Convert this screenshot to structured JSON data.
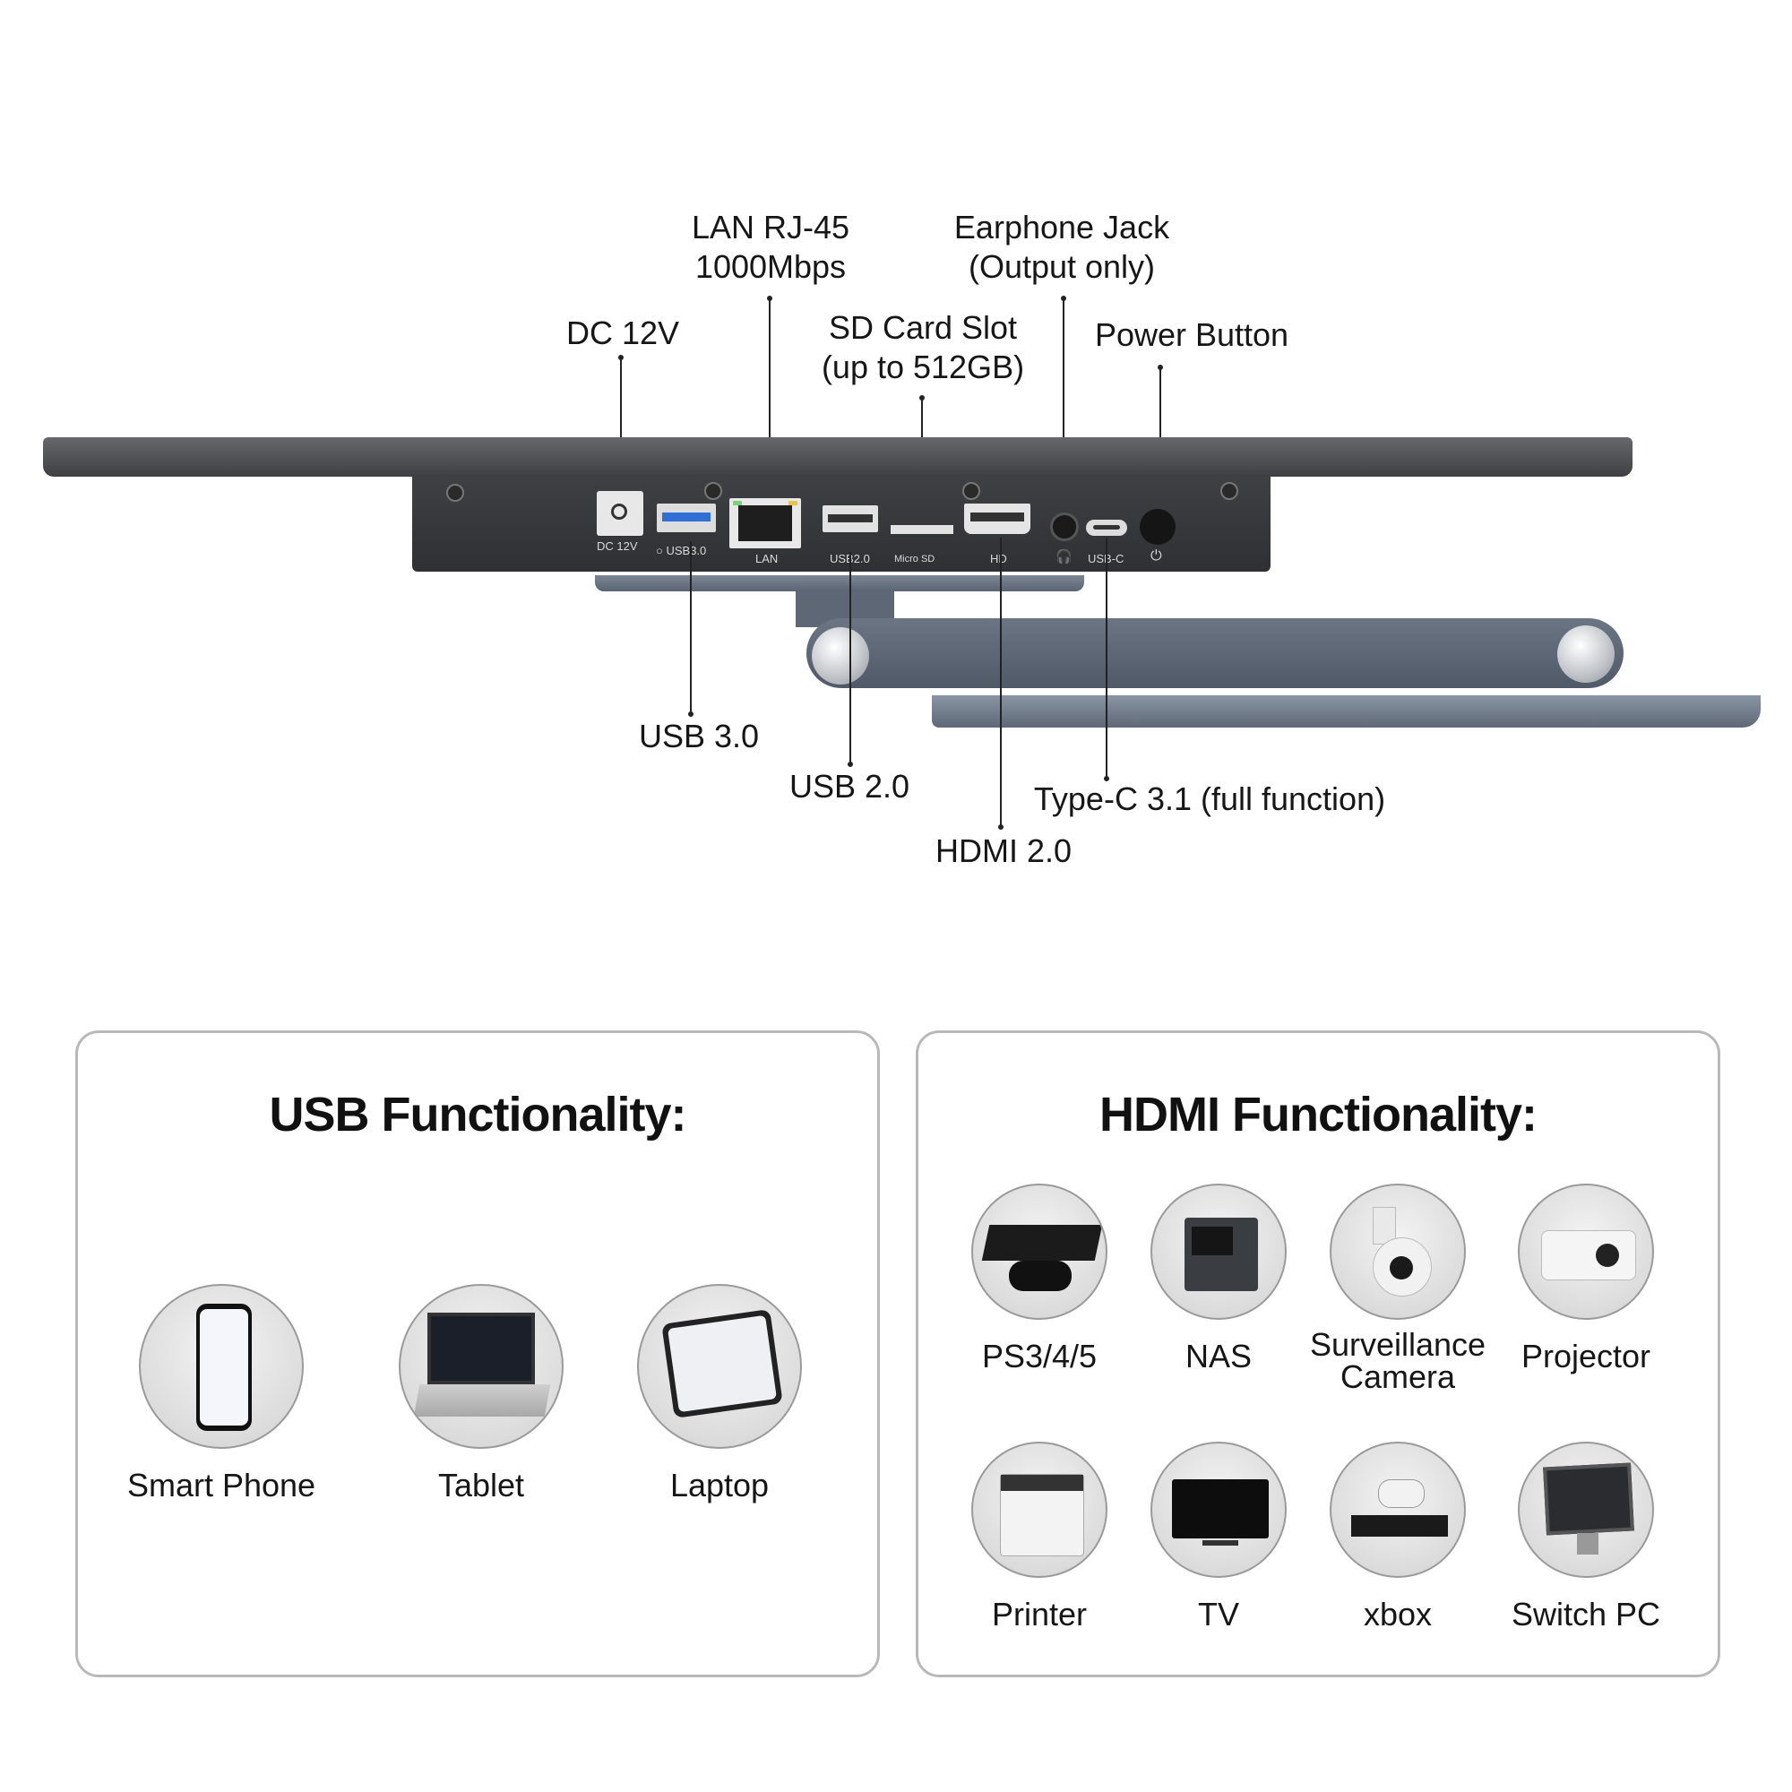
{
  "callouts": {
    "lan": [
      "LAN RJ-45",
      "1000Mbps"
    ],
    "earphone": [
      "Earphone Jack",
      "(Output only)"
    ],
    "dc": "DC 12V",
    "sd": [
      "SD Card Slot",
      "(up to 512GB)"
    ],
    "power": "Power Button",
    "usb3": "USB 3.0",
    "usb2": "USB 2.0",
    "typec": "Type-C 3.1 (full function)",
    "hdmi": "HDMI 2.0"
  },
  "port_labels": {
    "dc": "DC 12V",
    "usb3": "USB3.0",
    "lan": "LAN",
    "usb2": "USB2.0",
    "microsd": "Micro SD",
    "hd": "HD",
    "usbc": "USB-C"
  },
  "usb_panel": {
    "title": "USB Functionality:",
    "devices": [
      {
        "label": "Smart Phone",
        "icon": "smartphone-icon"
      },
      {
        "label": "Tablet",
        "icon": "laptop-icon"
      },
      {
        "label": "Laptop",
        "icon": "tablet-icon"
      }
    ]
  },
  "hdmi_panel": {
    "title": "HDMI Functionality:",
    "devices": [
      {
        "label": "PS3/4/5",
        "icon": "game-console-icon"
      },
      {
        "label": "NAS",
        "icon": "nas-icon"
      },
      {
        "label": "Surveillance Camera",
        "icon": "security-camera-icon"
      },
      {
        "label": "Projector",
        "icon": "projector-icon"
      },
      {
        "label": "Printer",
        "icon": "printer-icon"
      },
      {
        "label": "TV",
        "icon": "tv-icon"
      },
      {
        "label": "xbox",
        "icon": "xbox-icon"
      },
      {
        "label": "Switch PC",
        "icon": "monitor-icon"
      }
    ]
  }
}
